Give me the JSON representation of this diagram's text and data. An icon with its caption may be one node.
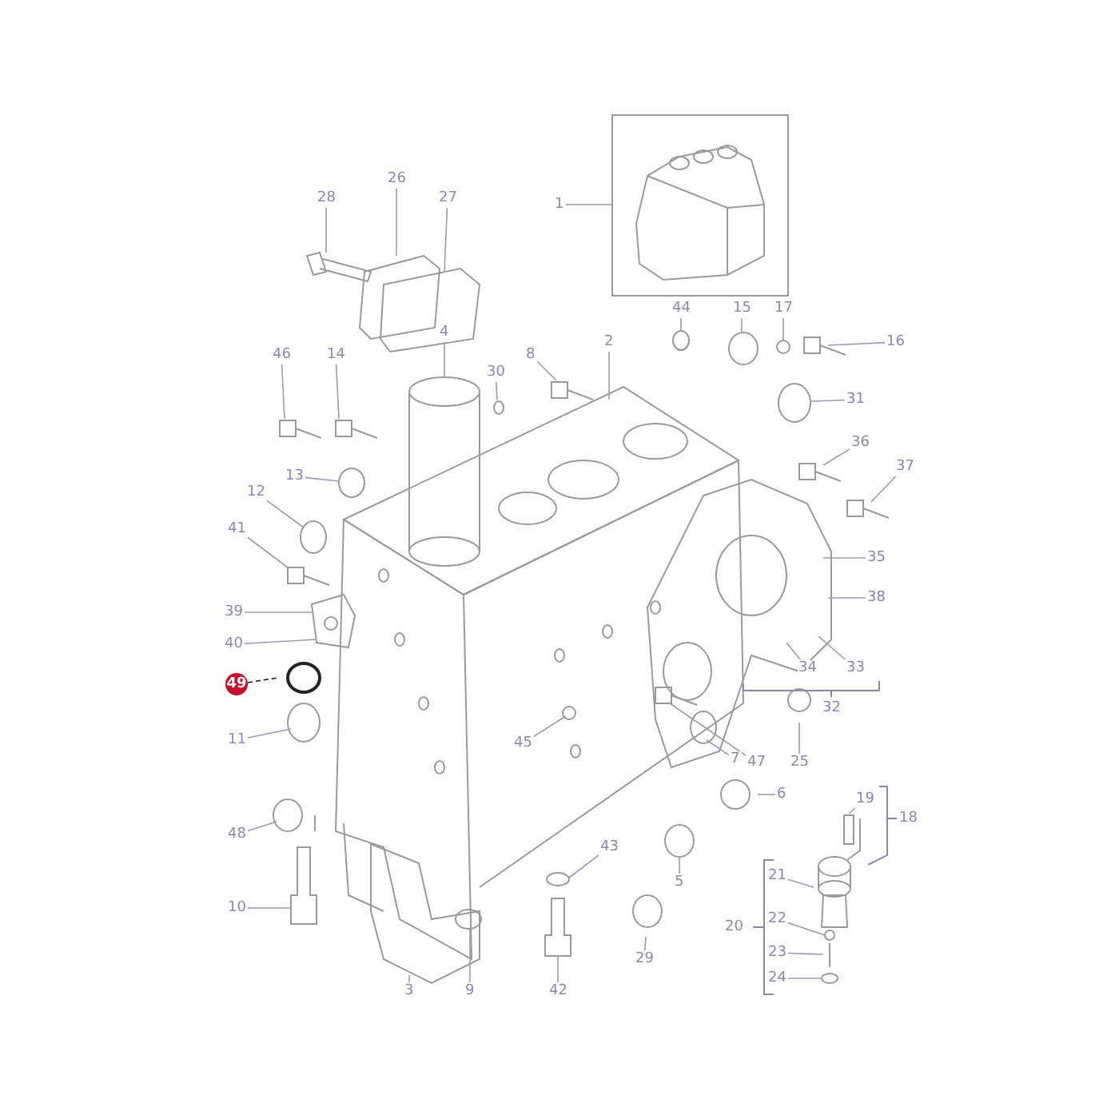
{
  "diagram": {
    "nodes": [
      {
        "text": [
          "26"
        ]
      },
      {
        "text": [
          "28"
        ]
      },
      {
        "text": [
          "27"
        ]
      },
      {
        "text": [
          "1"
        ]
      },
      {
        "text": [
          "4"
        ]
      },
      {
        "text": [
          "44"
        ]
      },
      {
        "text": [
          "15"
        ]
      },
      {
        "text": [
          "17"
        ]
      },
      {
        "text": [
          "16"
        ]
      },
      {
        "text": [
          "2"
        ]
      },
      {
        "text": [
          "46"
        ]
      },
      {
        "text": [
          "14"
        ]
      },
      {
        "text": [
          "8"
        ]
      },
      {
        "text": [
          "30"
        ]
      },
      {
        "text": [
          "31"
        ]
      },
      {
        "text": [
          "13"
        ]
      },
      {
        "text": [
          "36"
        ]
      },
      {
        "text": [
          "37"
        ]
      },
      {
        "text": [
          "12"
        ]
      },
      {
        "text": [
          "41"
        ]
      },
      {
        "text": [
          "35"
        ]
      },
      {
        "text": [
          "39"
        ]
      },
      {
        "text": [
          "38"
        ]
      },
      {
        "text": [
          "40"
        ]
      },
      {
        "text": [
          "49"
        ]
      },
      {
        "text": [
          "34"
        ]
      },
      {
        "text": [
          "33"
        ]
      },
      {
        "text": [
          "11"
        ]
      },
      {
        "text": [
          "45"
        ]
      },
      {
        "text": [
          "7"
        ]
      },
      {
        "text": [
          "47"
        ]
      },
      {
        "text": [
          "25"
        ]
      },
      {
        "text": [
          "6"
        ]
      },
      {
        "text": [
          "19"
        ]
      },
      {
        "text": [
          "48"
        ]
      },
      {
        "text": [
          "43"
        ]
      },
      {
        "text": [
          "21"
        ]
      },
      {
        "text": [
          "5"
        ]
      },
      {
        "text": [
          "10"
        ]
      },
      {
        "text": [
          "22"
        ]
      },
      {
        "text": [
          "23"
        ]
      },
      {
        "text": [
          "24"
        ]
      },
      {
        "text": [
          "29"
        ]
      },
      {
        "text": [
          "3"
        ]
      },
      {
        "text": [
          "9"
        ]
      },
      {
        "text": [
          "42"
        ]
      },
      {
        "text": [
          "32"
        ]
      },
      {
        "text": [
          "18"
        ]
      },
      {
        "text": [
          "20"
        ]
      }
    ],
    "edges": [
      {
        "from": 0,
        "to": null,
        "arrow": "none"
      },
      {
        "from": 1,
        "to": null,
        "arrow": "none"
      },
      {
        "from": 2,
        "to": null,
        "arrow": "none"
      },
      {
        "from": 3,
        "to": null,
        "arrow": "none"
      },
      {
        "from": 4,
        "to": null,
        "arrow": "none"
      },
      {
        "from": 5,
        "to": null,
        "arrow": "none"
      },
      {
        "from": 6,
        "to": null,
        "arrow": "none"
      },
      {
        "from": 7,
        "to": null,
        "arrow": "none"
      },
      {
        "from": 8,
        "to": null,
        "arrow": "none"
      },
      {
        "from": 9,
        "to": null,
        "arrow": "none"
      },
      {
        "from": 10,
        "to": null,
        "arrow": "none"
      },
      {
        "from": 11,
        "to": null,
        "arrow": "none"
      },
      {
        "from": 12,
        "to": null,
        "arrow": "none"
      },
      {
        "from": 13,
        "to": null,
        "arrow": "none"
      },
      {
        "from": 14,
        "to": null,
        "arrow": "none"
      },
      {
        "from": 15,
        "to": null,
        "arrow": "none"
      },
      {
        "from": 16,
        "to": null,
        "arrow": "none"
      },
      {
        "from": 17,
        "to": null,
        "arrow": "none"
      },
      {
        "from": 18,
        "to": null,
        "arrow": "none"
      },
      {
        "from": 19,
        "to": null,
        "arrow": "none"
      },
      {
        "from": 20,
        "to": null,
        "arrow": "none"
      },
      {
        "from": 21,
        "to": null,
        "arrow": "none"
      },
      {
        "from": 22,
        "to": null,
        "arrow": "none"
      },
      {
        "from": 23,
        "to": null,
        "arrow": "none"
      },
      {
        "from": 24,
        "to": null,
        "arrow": "none",
        "style": "dashed",
        "color": "#222222"
      },
      {
        "from": 25,
        "to": null,
        "arrow": "none"
      },
      {
        "from": 26,
        "to": null,
        "arrow": "none"
      },
      {
        "from": 27,
        "to": null,
        "arrow": "none"
      },
      {
        "from": 28,
        "to": null,
        "arrow": "none"
      },
      {
        "from": 29,
        "to": null,
        "arrow": "none"
      },
      {
        "from": 30,
        "to": null,
        "arrow": "none"
      },
      {
        "from": 31,
        "to": null,
        "arrow": "none"
      },
      {
        "from": 32,
        "to": null,
        "arrow": "none"
      },
      {
        "from": 33,
        "to": null,
        "arrow": "none"
      },
      {
        "from": 34,
        "to": null,
        "arrow": "none"
      },
      {
        "from": 35,
        "to": null,
        "arrow": "none"
      },
      {
        "from": 36,
        "to": null,
        "arrow": "none"
      },
      {
        "from": 37,
        "to": null,
        "arrow": "none"
      },
      {
        "from": 38,
        "to": null,
        "arrow": "none"
      },
      {
        "from": 39,
        "to": null,
        "arrow": "none"
      },
      {
        "from": 40,
        "to": null,
        "arrow": "none"
      },
      {
        "from": 41,
        "to": null,
        "arrow": "none"
      },
      {
        "from": 42,
        "to": null,
        "arrow": "none"
      },
      {
        "from": 43,
        "to": null,
        "arrow": "none"
      },
      {
        "from": 44,
        "to": null,
        "arrow": "none"
      },
      {
        "from": 45,
        "to": null,
        "arrow": "none"
      }
    ],
    "labels": []
  }
}
